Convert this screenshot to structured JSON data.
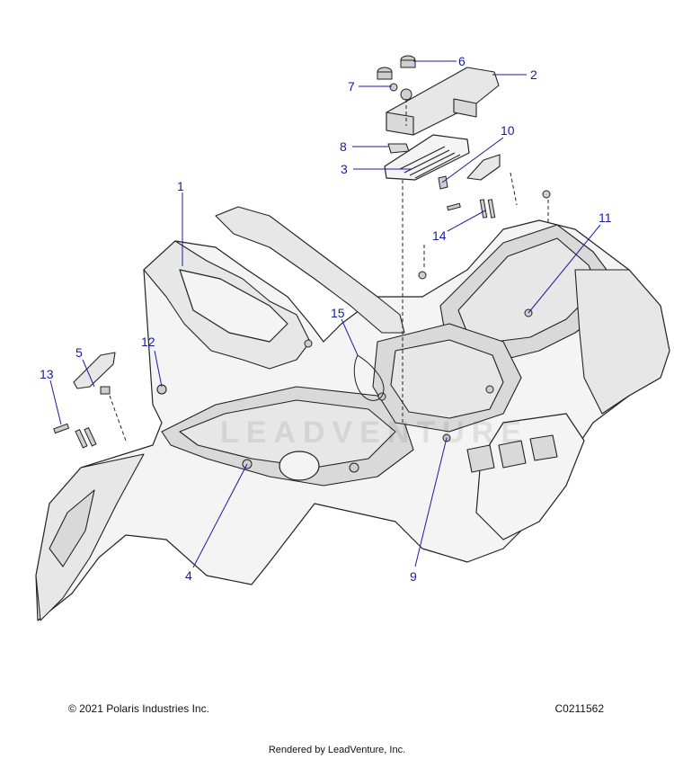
{
  "callouts": [
    {
      "num": "1"
    },
    {
      "num": "2"
    },
    {
      "num": "3"
    },
    {
      "num": "4"
    },
    {
      "num": "5"
    },
    {
      "num": "6"
    },
    {
      "num": "7"
    },
    {
      "num": "8"
    },
    {
      "num": "9"
    },
    {
      "num": "10"
    },
    {
      "num": "11"
    },
    {
      "num": "12"
    },
    {
      "num": "13"
    },
    {
      "num": "14"
    },
    {
      "num": "15"
    }
  ],
  "watermark": "LEADVENTURE",
  "footer": {
    "copyright": "© 2021 Polaris Industries Inc.",
    "diagram_id": "C0211562",
    "rendered_by": "Rendered by LeadVenture, Inc."
  },
  "colors": {
    "callout": "#1a1aa8",
    "line": "#222222"
  }
}
